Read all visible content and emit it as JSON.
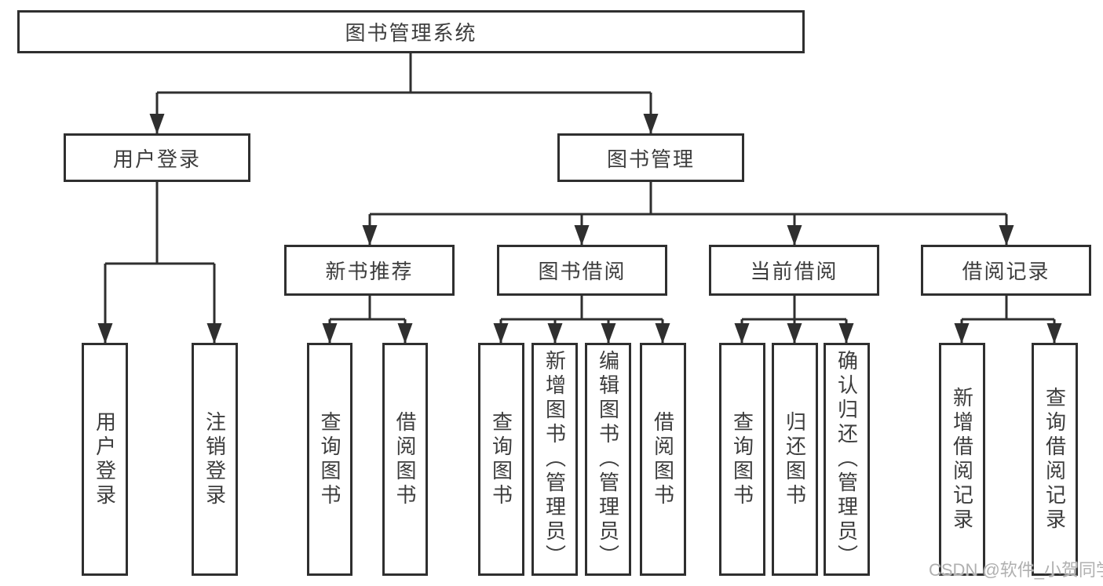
{
  "diagram": {
    "root": {
      "label": "图书管理系统"
    },
    "level2": {
      "user_login": {
        "label": "用户登录"
      },
      "book_management": {
        "label": "图书管理"
      }
    },
    "level3": {
      "new_book_recommend": {
        "label": "新书推荐"
      },
      "book_borrowing": {
        "label": "图书借阅"
      },
      "current_borrowing": {
        "label": "当前借阅"
      },
      "borrowing_records": {
        "label": "借阅记录"
      }
    },
    "leaves": {
      "user_login": {
        "label": "用户登录"
      },
      "logout": {
        "label": "注销登录"
      },
      "recommend_query_book": {
        "label": "查询图书"
      },
      "recommend_borrow_book": {
        "label": "借阅图书"
      },
      "borrowing_query_book": {
        "label": "查询图书"
      },
      "borrowing_add_book": {
        "label": "新增图书（管理员）"
      },
      "borrowing_edit_book": {
        "label": "编辑图书（管理员）"
      },
      "borrowing_borrow_book": {
        "label": "借阅图书"
      },
      "current_query_book": {
        "label": "查询图书"
      },
      "current_return_book": {
        "label": "归还图书"
      },
      "current_confirm_return": {
        "label": "确认归还（管理员）"
      },
      "records_add_record": {
        "label": "新增借阅记录"
      },
      "records_query_record": {
        "label": "查询借阅记录"
      }
    }
  },
  "watermark": {
    "text": "CSDN @软件_小贺同学"
  },
  "colors": {
    "line": "#2f2f2f",
    "text": "#3d3d3d",
    "watermark": "#b0b0b0",
    "background": "#ffffff"
  }
}
